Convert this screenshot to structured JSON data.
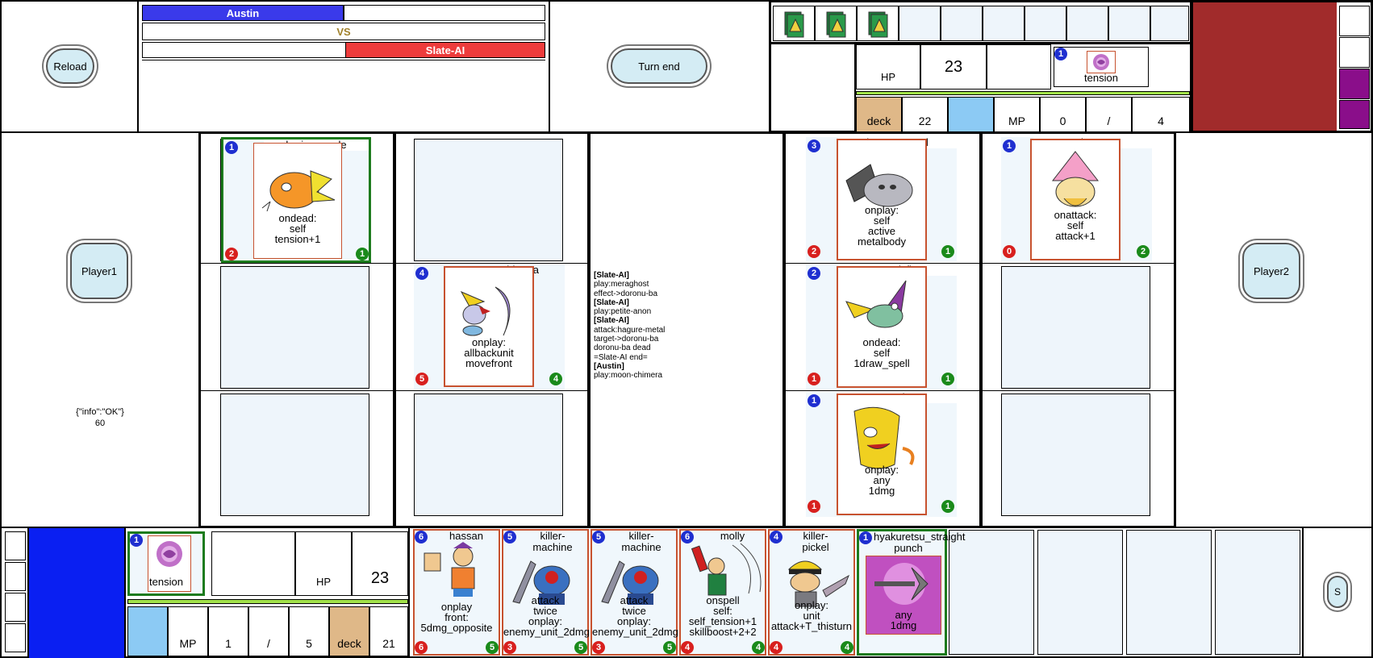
{
  "header": {
    "reload_label": "Reload",
    "turn_end_label": "Turn end",
    "player_a_name": "Austin",
    "vs_label": "VS",
    "player_b_name": "Slate-AI",
    "player_a_color": "#3a3aea",
    "player_b_color": "#ee3c3c"
  },
  "opponent_status": {
    "hp_label": "HP",
    "hp_value": "23",
    "deck_label": "deck",
    "deck_value": "22",
    "mp_label": "MP",
    "mp_current": "0",
    "mp_sep": "/",
    "mp_max": "4",
    "tension_label": "tension",
    "tension_cost": "1",
    "hand_card_count": 3,
    "panel_color": "#a12b2b"
  },
  "self_status": {
    "hp_label": "HP",
    "hp_value": "23",
    "deck_label": "deck",
    "deck_value": "21",
    "mp_label": "MP",
    "mp_current": "1",
    "mp_sep": "/",
    "mp_max": "5",
    "tension_label": "tension",
    "tension_cost": "1",
    "panel_color": "#0a1ff2"
  },
  "side": {
    "player1_label": "Player1",
    "player2_label": "Player2",
    "info_text": "{\"info\":\"OK\"}",
    "timer_text": "60",
    "s_button_label": "S"
  },
  "board_left": [
    {
      "name": "harisen-mole",
      "cost": "1",
      "atk": "2",
      "hp": "1",
      "lines": [
        "ondead:",
        "self",
        "tension+1"
      ],
      "art": "mole-art"
    },
    {
      "name": "moon-chimera",
      "cost": "4",
      "atk": "5",
      "hp": "4",
      "lines": [
        "onplay:",
        "allbackunit",
        "movefront"
      ],
      "art": "chimera-art"
    }
  ],
  "board_right": [
    {
      "name": "hagure-metal",
      "cost": "3",
      "atk": "2",
      "hp": "1",
      "lines": [
        "onplay:",
        "self",
        "active",
        "metalbody"
      ],
      "art": "metal-art"
    },
    {
      "name": "petite-anon",
      "cost": "1",
      "atk": "0",
      "hp": "2",
      "lines": [
        "onattack:",
        "self",
        "attack+1"
      ],
      "art": "anon-art"
    },
    {
      "name": "magicfly",
      "cost": "2",
      "atk": "1",
      "hp": "1",
      "lines": [
        "ondead:",
        "self",
        "1draw_spell"
      ],
      "art": "magicfly-art"
    },
    {
      "name": "meraghost",
      "cost": "1",
      "atk": "1",
      "hp": "1",
      "lines": [
        "onplay:",
        "any",
        "1dmg"
      ],
      "art": "ghost-art"
    }
  ],
  "log": [
    {
      "text": "[Slate-AI]",
      "strong": true
    },
    {
      "text": "play:meraghost",
      "strong": false
    },
    {
      "text": "effect->doronu-ba",
      "strong": false
    },
    {
      "text": "[Slate-AI]",
      "strong": true
    },
    {
      "text": "play:petite-anon",
      "strong": false
    },
    {
      "text": "[Slate-AI]",
      "strong": true
    },
    {
      "text": "attack:hagure-metal",
      "strong": false
    },
    {
      "text": "target->doronu-ba",
      "strong": false
    },
    {
      "text": "doronu-ba dead",
      "strong": false
    },
    {
      "text": "=Slate-AI end=",
      "strong": false
    },
    {
      "text": "[Austin]",
      "strong": true
    },
    {
      "text": "play:moon-chimera",
      "strong": false
    }
  ],
  "hand": [
    {
      "name": "hassan",
      "cost": "6",
      "atk": "6",
      "hp": "5",
      "lines": [
        "onplay",
        "front:",
        "5dmg_opposite"
      ]
    },
    {
      "name": "killer-machine",
      "cost": "5",
      "atk": "3",
      "hp": "5",
      "lines": [
        "attack",
        "twice",
        "onplay:",
        "enemy_unit_2dmg"
      ]
    },
    {
      "name": "killer-machine",
      "cost": "5",
      "atk": "3",
      "hp": "5",
      "lines": [
        "attack",
        "twice",
        "onplay:",
        "enemy_unit_2dmg"
      ]
    },
    {
      "name": "molly",
      "cost": "6",
      "atk": "4",
      "hp": "4",
      "lines": [
        "onspell",
        "self:",
        "self_tension+1",
        "skillboost+2+2"
      ]
    },
    {
      "name": "killer-pickel",
      "cost": "4",
      "atk": "4",
      "hp": "4",
      "lines": [
        "onplay:",
        "unit",
        "attack+T_thisturn"
      ]
    },
    {
      "name": "hyakuretsu_straight punch",
      "cost": "1",
      "lines": [
        "any",
        "1dmg"
      ]
    }
  ]
}
